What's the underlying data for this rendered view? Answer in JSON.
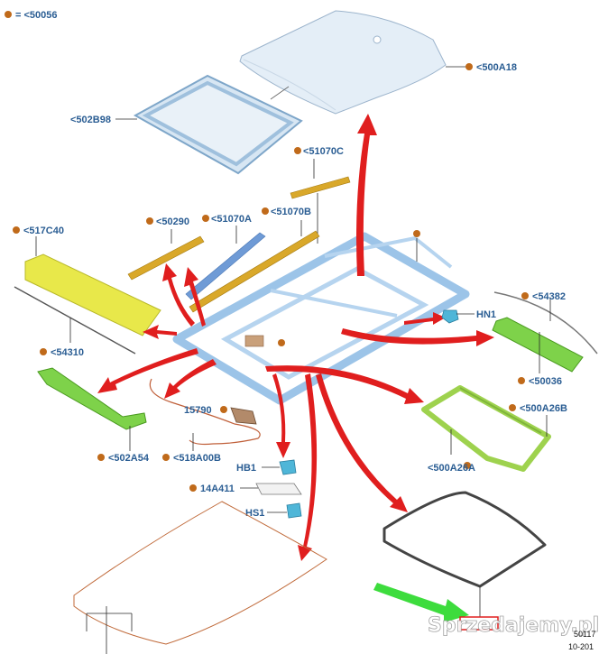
{
  "legend": {
    "symbol_text": "= <50056",
    "dot_color": "#c06a1a"
  },
  "labels": {
    "roof_panel": "<500A18",
    "glass_seal": "<502B98",
    "rail_c": "<51070C",
    "rail_a": "<51070A",
    "rail_b": "<51070B",
    "bow_50290": "<50290",
    "front_panel": "<517C40",
    "strip_54310": "<54310",
    "strip_54382": "<54382",
    "hn1": "HN1",
    "side_rail_right": "<50036",
    "side_rail_left": "<502A54",
    "wire_518a00b": "<518A00B",
    "motor_15790": "15790",
    "frame_a26b": "<500A26B",
    "frame_a26a": "<500A26A",
    "hb1": "HB1",
    "part_14a411": "14A411",
    "hs1": "HS1"
  },
  "footer": {
    "code_line1": "50117",
    "code_line2": "10-201",
    "watermark": "Sprzedajemy.pl"
  },
  "colors": {
    "label_blue": "#2a5d93",
    "leader_dot": "#c06a1a",
    "arrow_red": "#e01e1e",
    "frame_blue": "#9cc4e8",
    "yellow_panel": "#e8e84a",
    "green_part": "#7ed24a",
    "pointer_green": "#3ddc3d"
  }
}
